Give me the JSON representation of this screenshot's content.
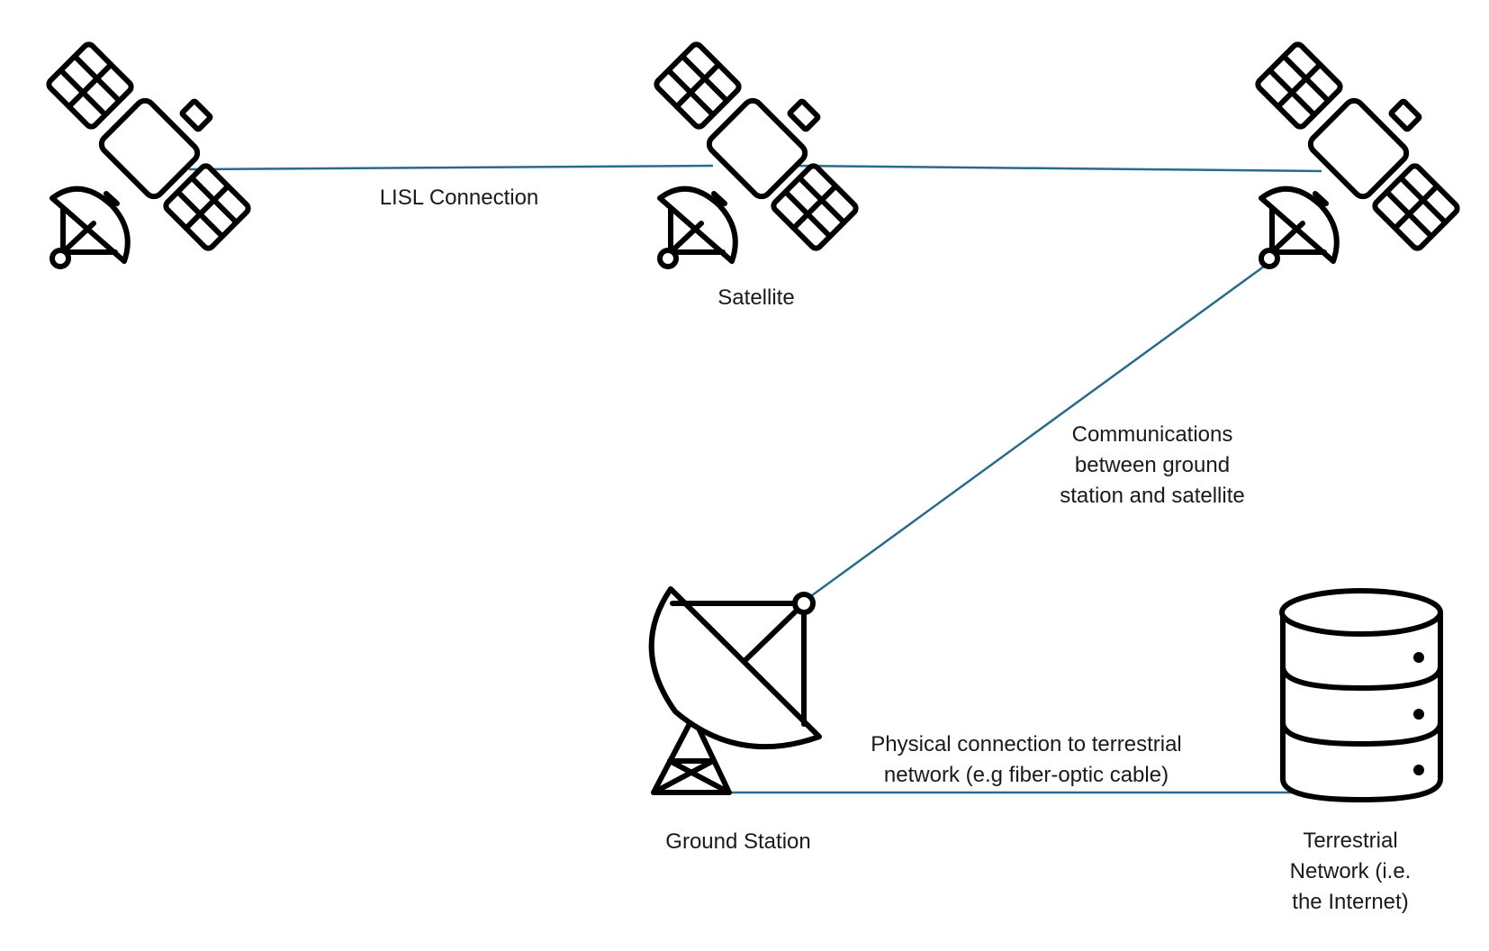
{
  "nodes": {
    "satellite_left": {
      "icon": "satellite-icon"
    },
    "satellite_center": {
      "icon": "satellite-icon",
      "label": "Satellite"
    },
    "satellite_right": {
      "icon": "satellite-icon"
    },
    "ground_station": {
      "icon": "ground-station-dish-icon",
      "label": "Ground Station"
    },
    "terrestrial_network": {
      "icon": "database-server-icon",
      "label_lines": [
        "Terrestrial",
        "Network (i.e.",
        "the Internet)"
      ]
    }
  },
  "edges": {
    "lisl": {
      "label": "LISL Connection"
    },
    "ground_to_satellite": {
      "label_lines": [
        "Communications",
        "between ground",
        "station and satellite"
      ]
    },
    "physical": {
      "label_lines": [
        "Physical connection to terrestrial",
        "network (e.g fiber-optic cable)"
      ]
    }
  },
  "colors": {
    "connector": "#2a6a8c",
    "icon_stroke": "#000000",
    "text": "#1a1a1a"
  }
}
